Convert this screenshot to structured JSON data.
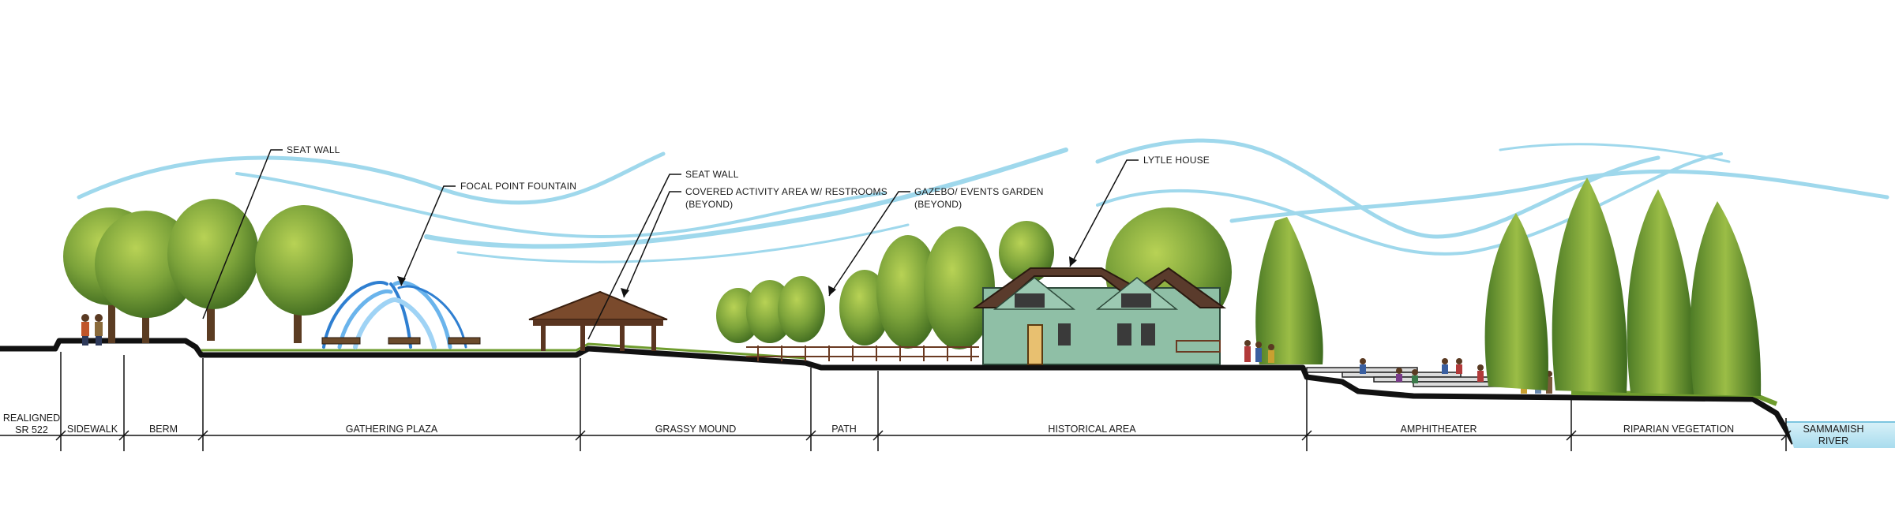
{
  "callouts": [
    {
      "line1": "SEAT WALL",
      "line2": ""
    },
    {
      "line1": "FOCAL POINT FOUNTAIN",
      "line2": ""
    },
    {
      "line1": "SEAT WALL",
      "line2": ""
    },
    {
      "line1": "COVERED ACTIVITY AREA W/ RESTROOMS",
      "line2": "(BEYOND)"
    },
    {
      "line1": "GAZEBO/ EVENTS GARDEN",
      "line2": "(BEYOND)"
    },
    {
      "line1": "LYTLE HOUSE",
      "line2": ""
    }
  ],
  "zones": [
    {
      "line1": "REALIGNED",
      "line2": "SR 522"
    },
    {
      "line1": "SIDEWALK",
      "line2": ""
    },
    {
      "line1": "BERM",
      "line2": ""
    },
    {
      "line1": "GATHERING PLAZA",
      "line2": ""
    },
    {
      "line1": "GRASSY MOUND",
      "line2": ""
    },
    {
      "line1": "PATH",
      "line2": ""
    },
    {
      "line1": "HISTORICAL AREA",
      "line2": ""
    },
    {
      "line1": "AMPHITHEATER",
      "line2": ""
    },
    {
      "line1": "RIPARIAN VEGETATION",
      "line2": ""
    },
    {
      "line1": "SAMMAMISH",
      "line2": "RIVER"
    }
  ],
  "colors": {
    "sky_stroke": "#9fd8ec",
    "tree_dark": "#4f7a24",
    "tree_light": "#93b83e",
    "house": "#8fbfa6",
    "roof": "#5a3b2c",
    "water": "#bfe6f2"
  }
}
